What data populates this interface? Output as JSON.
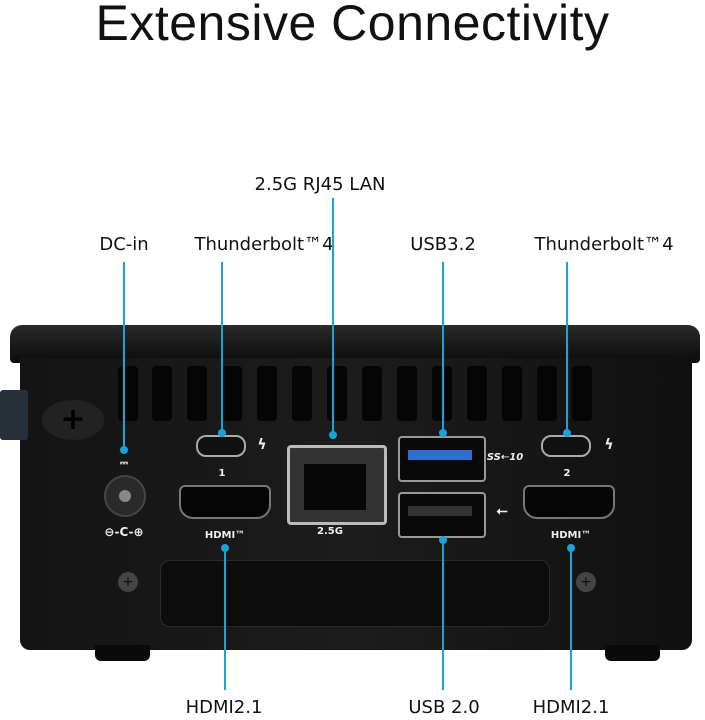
{
  "title": "Extensive Connectivity",
  "labels": {
    "lan": "2.5G RJ45 LAN",
    "dc_in": "DC-in",
    "thunderbolt_1": "Thunderbolt™4",
    "usb32": "USB3.2",
    "thunderbolt_2": "Thunderbolt™4",
    "hdmi_1": "HDMI2.1",
    "usb20": "USB 2.0",
    "hdmi_2": "HDMI2.1"
  },
  "device_markings": {
    "port_1": "1",
    "port_2": "2",
    "hdmi_logo": "HDMI™",
    "lan_speed": "2.5G",
    "ss10": "SS⇠10",
    "dc_symbol": "⊖-C-⊕",
    "dc_current": "⎓"
  },
  "accent_color": "#1aa3d9"
}
